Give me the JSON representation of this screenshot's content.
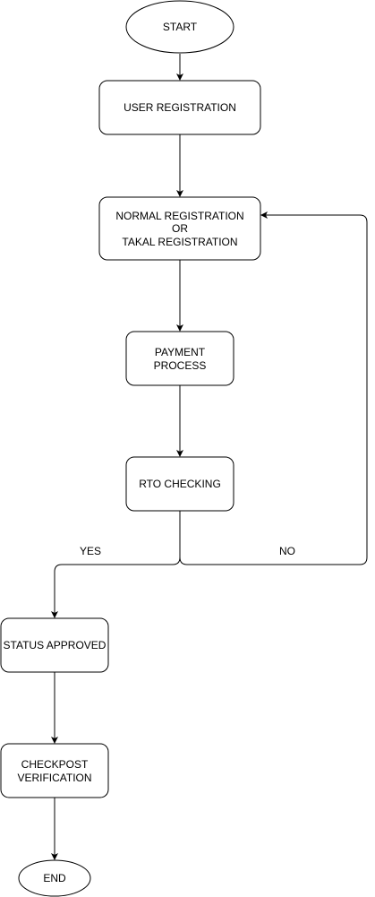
{
  "flowchart": {
    "nodes": [
      {
        "id": "start",
        "shape": "ellipse",
        "lines": [
          "START"
        ]
      },
      {
        "id": "user_registration",
        "shape": "rounded-rect",
        "lines": [
          "USER REGISTRATION"
        ]
      },
      {
        "id": "registration_type",
        "shape": "rounded-rect",
        "lines": [
          "NORMAL REGISTRATION",
          "OR",
          "TAKAL REGISTRATION"
        ]
      },
      {
        "id": "payment_process",
        "shape": "rounded-rect",
        "lines": [
          "PAYMENT",
          "PROCESS"
        ]
      },
      {
        "id": "rto_checking",
        "shape": "rounded-rect",
        "lines": [
          "RTO CHECKING"
        ]
      },
      {
        "id": "status_approved",
        "shape": "rounded-rect",
        "lines": [
          "STATUS APPROVED"
        ]
      },
      {
        "id": "checkpost_verification",
        "shape": "rounded-rect",
        "lines": [
          "CHECKPOST",
          "VERIFICATION"
        ]
      },
      {
        "id": "end",
        "shape": "ellipse",
        "lines": [
          "END"
        ]
      }
    ],
    "edges": [
      {
        "from": "start",
        "to": "user_registration",
        "label": ""
      },
      {
        "from": "user_registration",
        "to": "registration_type",
        "label": ""
      },
      {
        "from": "registration_type",
        "to": "payment_process",
        "label": ""
      },
      {
        "from": "payment_process",
        "to": "rto_checking",
        "label": ""
      },
      {
        "from": "rto_checking",
        "to": "status_approved",
        "label": "YES"
      },
      {
        "from": "rto_checking",
        "to": "registration_type",
        "label": "NO"
      },
      {
        "from": "status_approved",
        "to": "checkpost_verification",
        "label": ""
      },
      {
        "from": "checkpost_verification",
        "to": "end",
        "label": ""
      }
    ]
  },
  "colors": {
    "stroke": "#000000",
    "fill": "#ffffff",
    "text": "#000000"
  }
}
